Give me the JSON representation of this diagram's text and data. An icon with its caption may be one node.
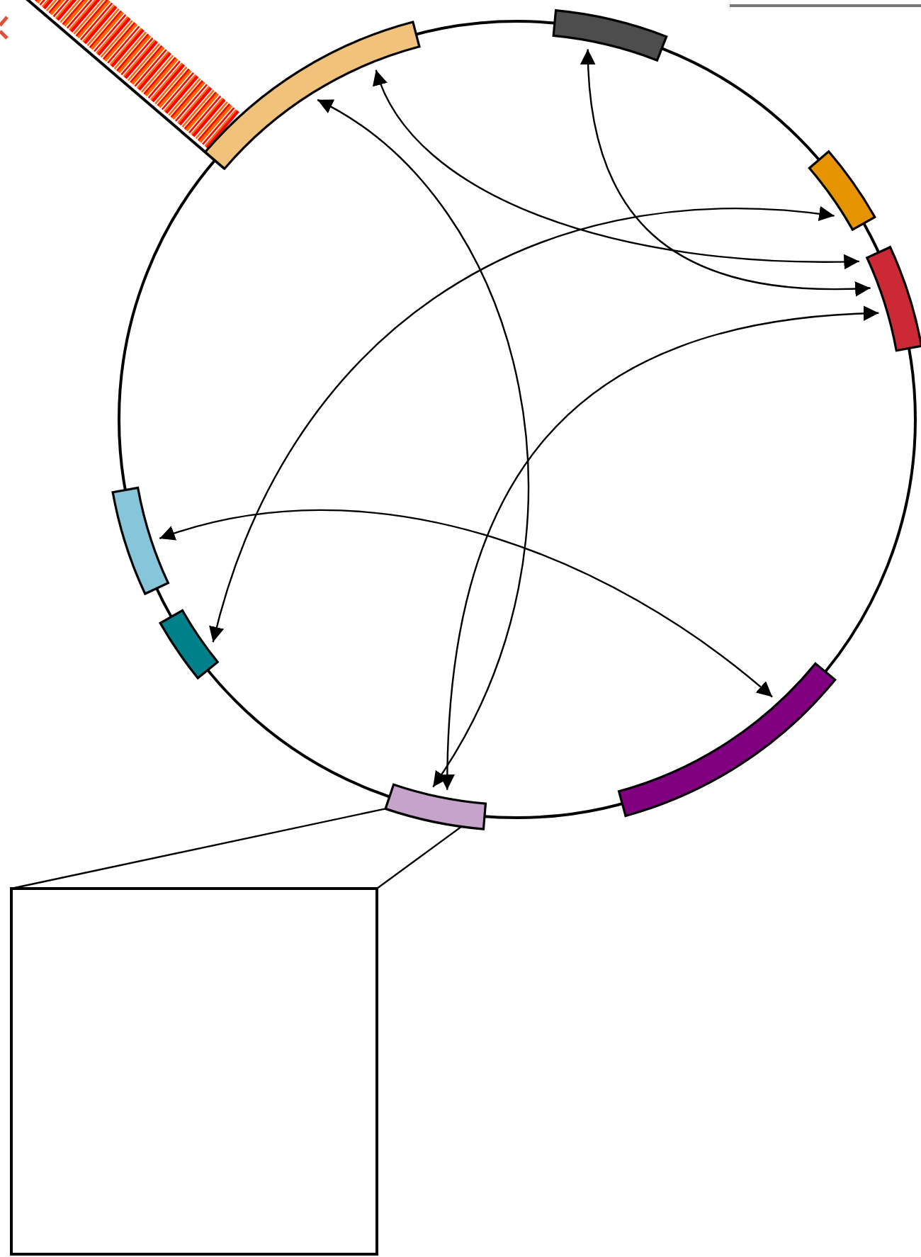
{
  "diagram": {
    "nodes": [
      {
        "text": [],
        "shape": "picture"
      },
      {
        "text": [],
        "shape": "bar"
      },
      {
        "text": [],
        "shape": "bar"
      },
      {
        "text": [],
        "shape": "bar"
      },
      {
        "text": [],
        "shape": "bar"
      },
      {
        "text": [],
        "shape": "bar"
      },
      {
        "text": [],
        "shape": "bar"
      },
      {
        "text": [],
        "shape": "bar"
      },
      {
        "text": [],
        "shape": "bar"
      },
      {
        "text": [],
        "shape": "box"
      }
    ],
    "edges": [
      {
        "from": 1,
        "to": 7,
        "arrow": "both"
      },
      {
        "from": 1,
        "to": 4,
        "arrow": "both"
      },
      {
        "from": 2,
        "to": 4,
        "arrow": "both"
      },
      {
        "from": 3,
        "to": 6,
        "arrow": "both"
      },
      {
        "from": 5,
        "to": 8,
        "arrow": "both"
      },
      {
        "from": 4,
        "to": 7,
        "arrow": "both"
      },
      {
        "from": 7,
        "to": 9,
        "arrow": "none"
      },
      {
        "from": 7,
        "to": 9,
        "arrow": "none"
      }
    ]
  }
}
